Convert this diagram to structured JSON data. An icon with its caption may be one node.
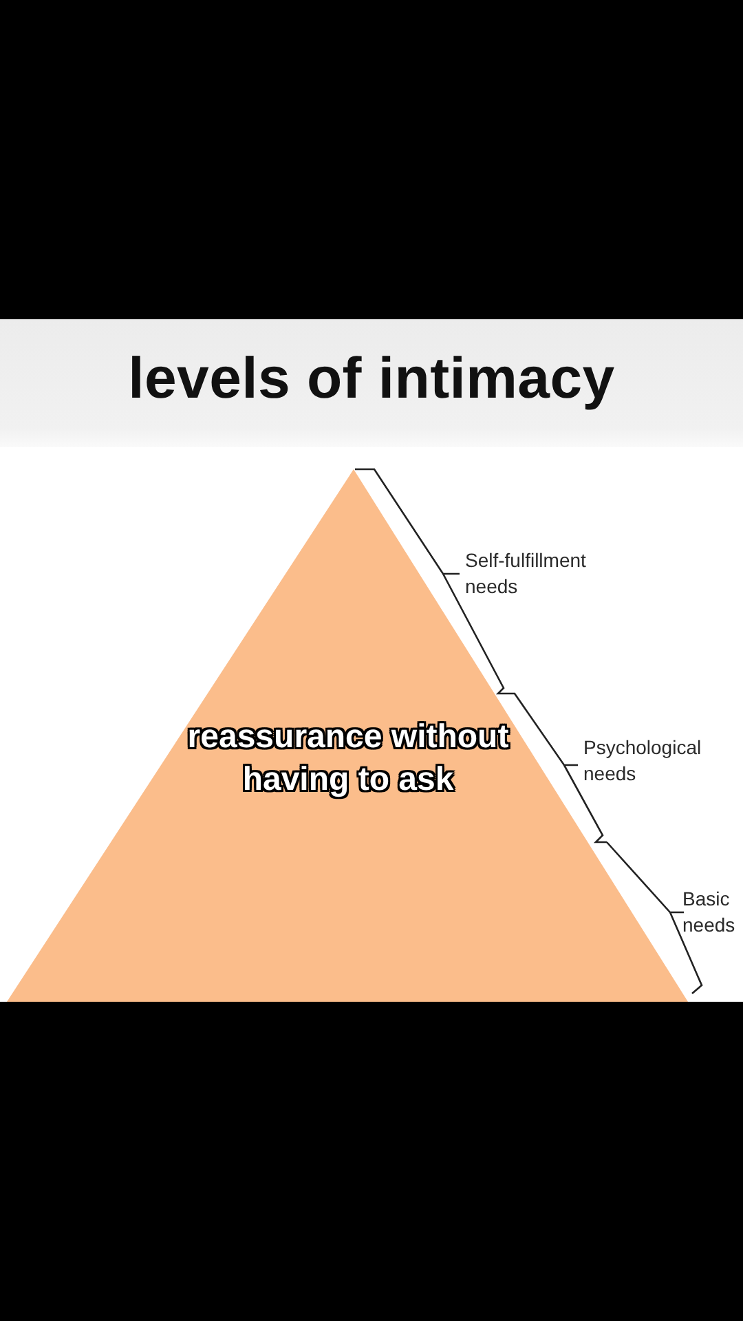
{
  "diagram": {
    "title": "levels of intimacy",
    "nodes": [
      {
        "text": [
          "reassurance without having to ask"
        ]
      }
    ],
    "labels": [
      "Self-fulfillment needs",
      "Psychological needs",
      "Basic needs"
    ]
  }
}
